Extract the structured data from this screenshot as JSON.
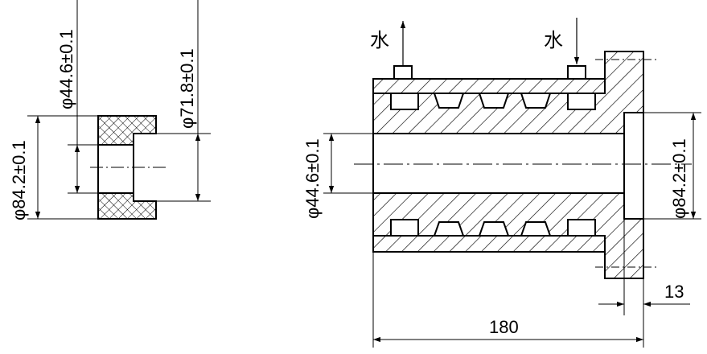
{
  "drawing": {
    "left_view": {
      "dim_outer_diameter": "φ84.2±0.1",
      "dim_inner_diameter": "φ44.6±0.1",
      "dim_shoulder_diameter": "φ71.8±0.1"
    },
    "right_view": {
      "water_label_in": "水",
      "water_label_out": "水",
      "dim_bore_diameter": "φ44.6±0.1",
      "dim_flange_diameter": "φ84.2±0.1",
      "dim_flange_thickness": "13",
      "dim_total_length": "180"
    }
  }
}
